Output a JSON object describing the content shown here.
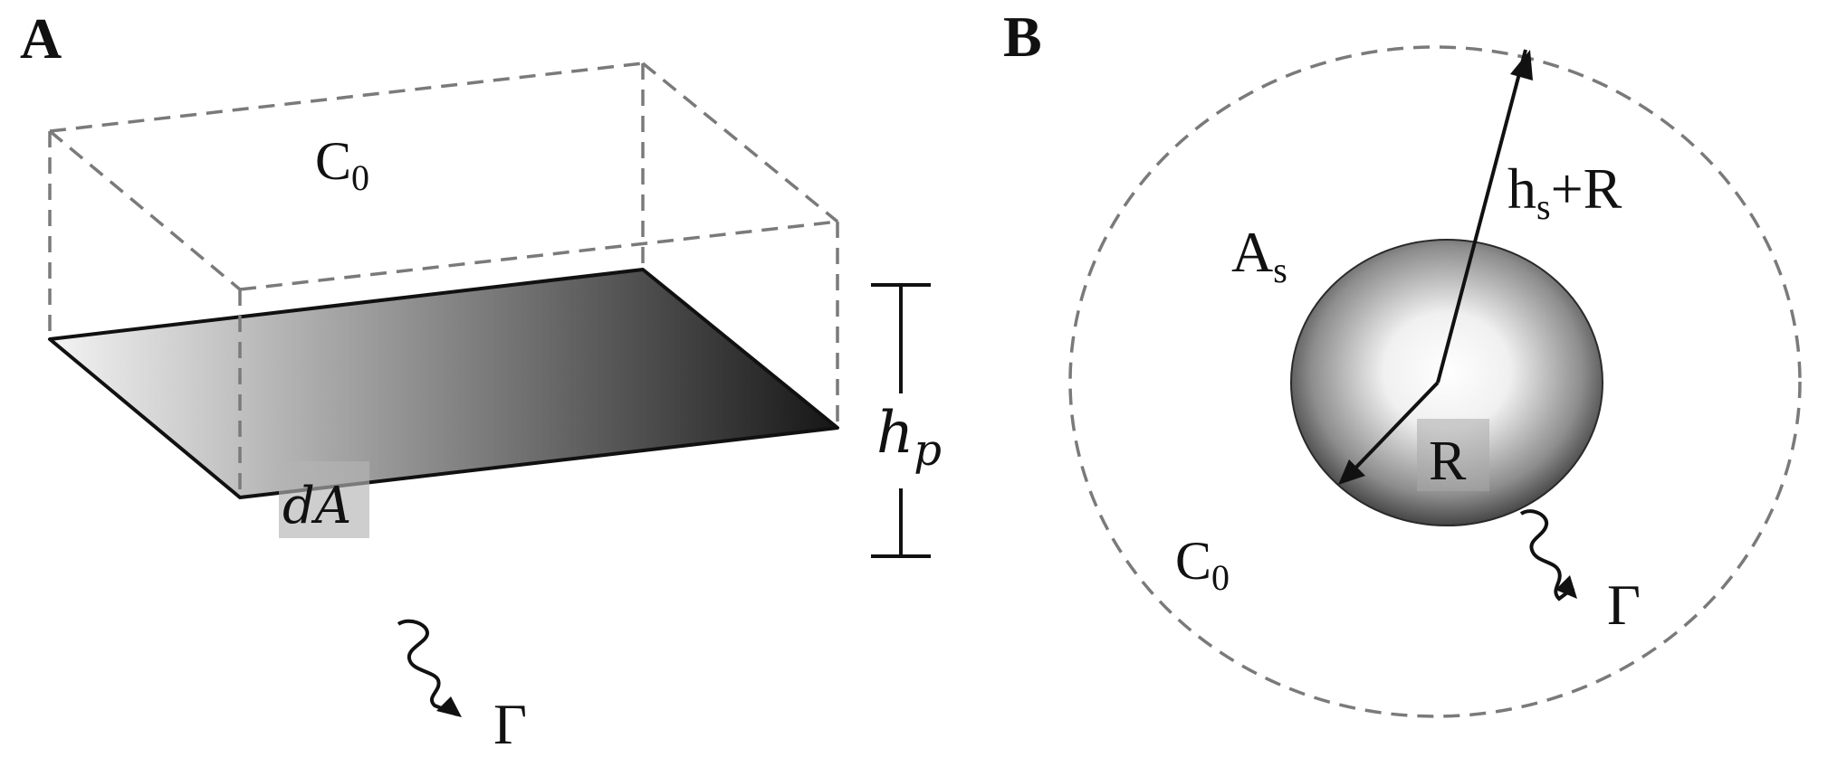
{
  "panels": {
    "a": {
      "label": "A",
      "concentration": {
        "base": "C",
        "sub": "0"
      },
      "element": "dA",
      "height": {
        "base": "h",
        "sub": "p"
      },
      "flux": "Γ"
    },
    "b": {
      "label": "B",
      "area": {
        "base": "A",
        "sub": "s"
      },
      "outer_radius": {
        "base": "h",
        "sub": "s",
        "suffix": "+R"
      },
      "radius": "R",
      "concentration": {
        "base": "C",
        "sub": "0"
      },
      "flux": "Γ"
    }
  },
  "colors": {
    "ink": "#111111",
    "dashed_line": "#7a7a7a",
    "gradient_light": "#f4f4f4",
    "gradient_dark": "#1a1a1a"
  }
}
